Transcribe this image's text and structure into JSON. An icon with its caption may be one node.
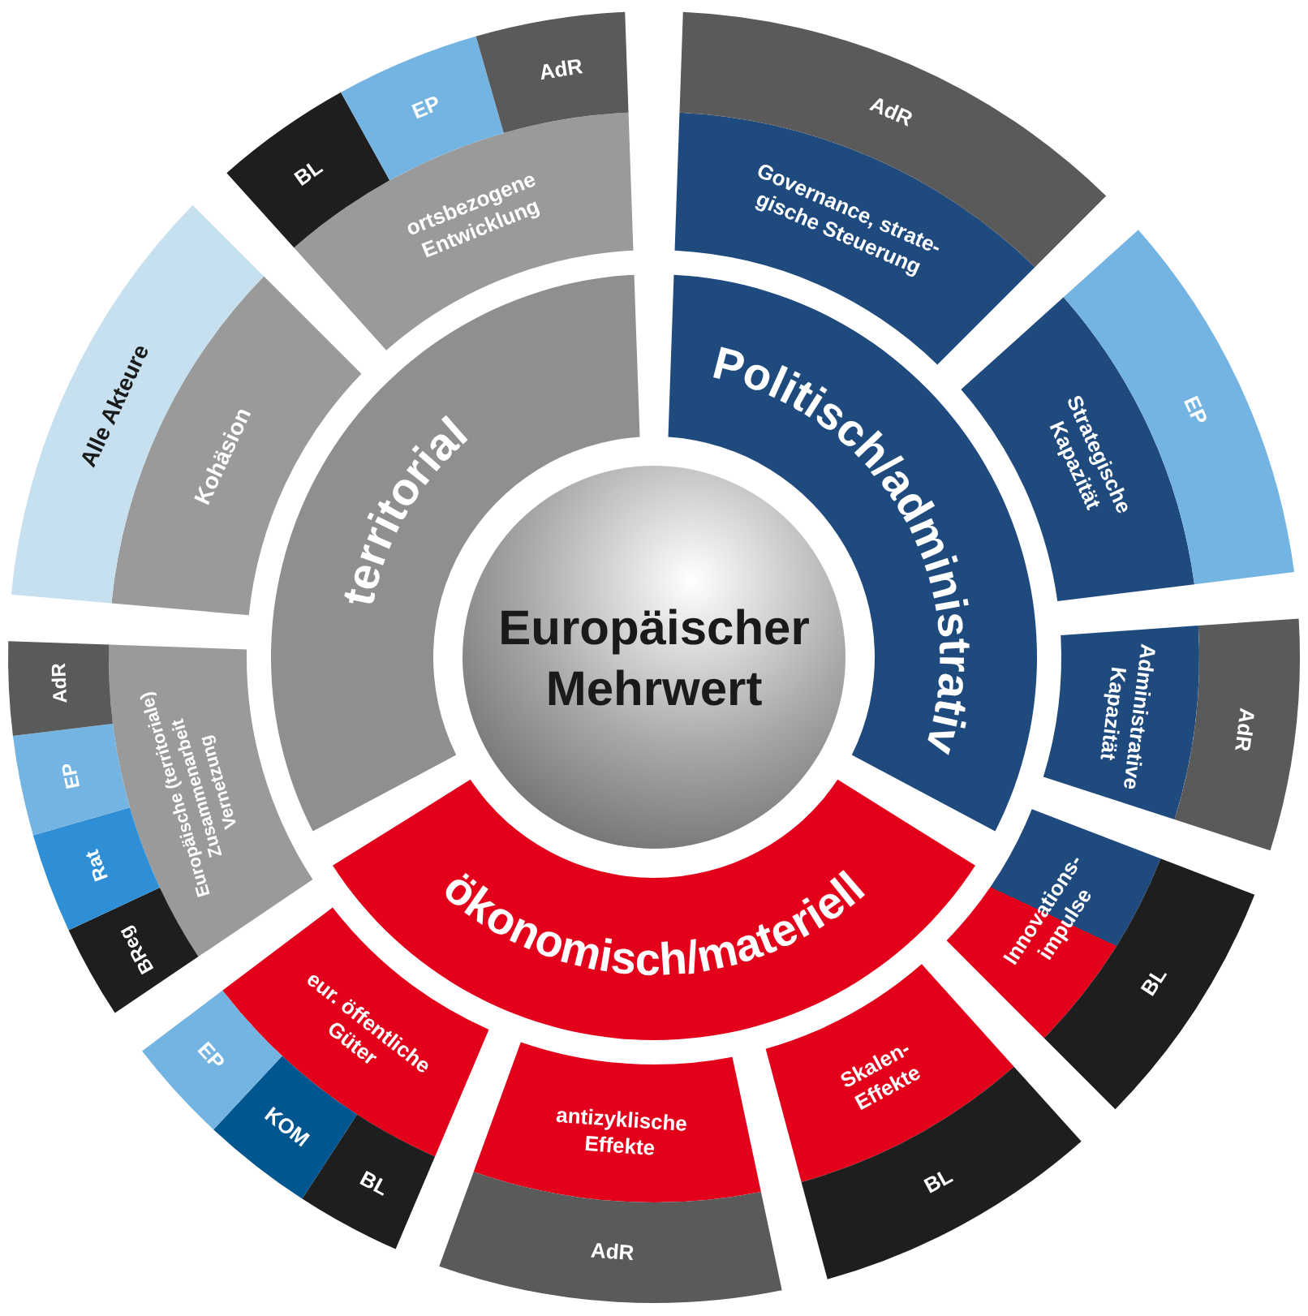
{
  "diagram": {
    "nodes": [
      {
        "text": [
          "Europäischer Mehrwert"
        ]
      },
      {
        "text": [
          "Politisch/administrativ"
        ]
      },
      {
        "text": [
          "ökonomisch/materiell"
        ]
      },
      {
        "text": [
          "territorial"
        ]
      },
      {
        "text": [
          "Governance, strate- gische Steuerung"
        ]
      },
      {
        "text": [
          "AdR"
        ]
      },
      {
        "text": [
          "Strategische Kapazität"
        ]
      },
      {
        "text": [
          "EP"
        ]
      },
      {
        "text": [
          "Administrative Kapazität"
        ]
      },
      {
        "text": [
          "AdR"
        ]
      },
      {
        "text": [
          "Innovations- impulse"
        ]
      },
      {
        "text": [
          "BL"
        ]
      },
      {
        "text": [
          "Skalen- Effekte"
        ]
      },
      {
        "text": [
          "BL"
        ]
      },
      {
        "text": [
          "antizyklische Effekte"
        ]
      },
      {
        "text": [
          "AdR"
        ]
      },
      {
        "text": [
          "eur. öffentliche Güter"
        ]
      },
      {
        "text": [
          "BL"
        ]
      },
      {
        "text": [
          "KOM"
        ]
      },
      {
        "text": [
          "EP"
        ]
      },
      {
        "text": [
          "Europäische (territoriale) Zusammenarbeit Vernetzung"
        ]
      },
      {
        "text": [
          "BReg"
        ]
      },
      {
        "text": [
          "Rat"
        ]
      },
      {
        "text": [
          "EP"
        ]
      },
      {
        "text": [
          "AdR"
        ]
      },
      {
        "text": [
          "Kohäsion"
        ]
      },
      {
        "text": [
          "Alle Akteure"
        ]
      },
      {
        "text": [
          "ortsbezogene Entwicklung"
        ]
      },
      {
        "text": [
          "BL"
        ]
      },
      {
        "text": [
          "EP"
        ]
      },
      {
        "text": [
          "AdR"
        ]
      }
    ]
  }
}
